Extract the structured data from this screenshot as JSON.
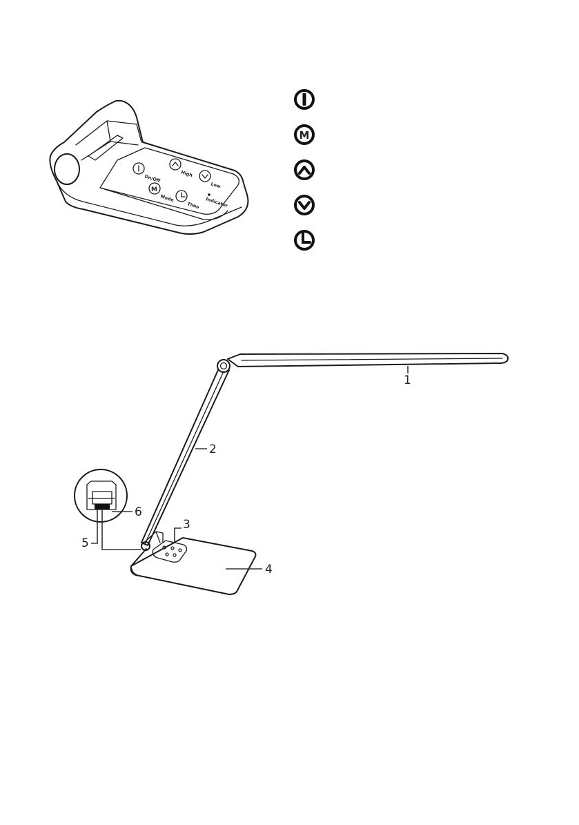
{
  "control_panel": {
    "buttons": [
      {
        "id": "power",
        "label": "On/Off",
        "icon": "power-icon"
      },
      {
        "id": "high",
        "label": "High",
        "icon": "chevron-up-icon"
      },
      {
        "id": "low",
        "label": "Low",
        "icon": "chevron-down-icon"
      },
      {
        "id": "mode",
        "label": "Mode",
        "icon": "mode-m-icon"
      },
      {
        "id": "time",
        "label": "Time",
        "icon": "clock-icon"
      },
      {
        "id": "indicator",
        "label": "Indicator",
        "icon": "indicator-dot"
      }
    ]
  },
  "legend_icons": [
    {
      "icon": "power-icon"
    },
    {
      "icon": "mode-m-icon",
      "glyph": "M"
    },
    {
      "icon": "chevron-up-icon"
    },
    {
      "icon": "chevron-down-icon"
    },
    {
      "icon": "clock-icon"
    }
  ],
  "lamp": {
    "callouts": [
      "1",
      "2",
      "3",
      "4",
      "5",
      "6"
    ]
  }
}
